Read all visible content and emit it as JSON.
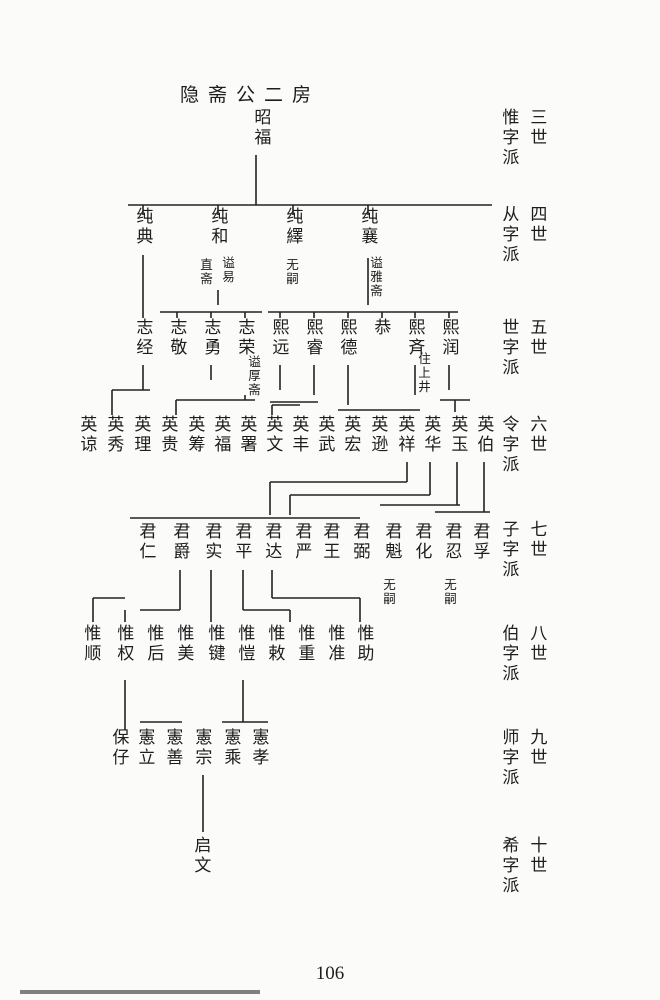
{
  "title": "隐斋公二房",
  "page_number": "106",
  "generations": [
    {
      "gen": "三世",
      "pai": "惟字派"
    },
    {
      "gen": "四世",
      "pai": "从字派"
    },
    {
      "gen": "五世",
      "pai": "世字派"
    },
    {
      "gen": "六世",
      "pai": "令字派"
    },
    {
      "gen": "七世",
      "pai": "子字派"
    },
    {
      "gen": "八世",
      "pai": "伯字派"
    },
    {
      "gen": "九世",
      "pai": "师字派"
    },
    {
      "gen": "十世",
      "pai": "希字派"
    }
  ],
  "gen3": [
    "昭福"
  ],
  "gen4": [
    "纯典",
    "纯和",
    "纯繹",
    "纯襄"
  ],
  "gen4_notes": [
    "直斋",
    "谥易",
    "无嗣",
    "谥雅斋"
  ],
  "gen5": [
    "志经",
    "志敬",
    "志勇",
    "志荣",
    "熙远",
    "熙睿",
    "熙德",
    "恭",
    "熙斉",
    "熙润"
  ],
  "gen5_notes": [
    "谥厚斋",
    "住上井"
  ],
  "gen6": [
    "英谅",
    "英秀",
    "英理",
    "英贵",
    "英筹",
    "英福",
    "英署",
    "英文",
    "英丰",
    "英武",
    "英宏",
    "英逊",
    "英祥",
    "英华",
    "英玉",
    "英伯"
  ],
  "gen7": [
    "君仁",
    "君爵",
    "君实",
    "君平",
    "君达",
    "君严",
    "君王",
    "君弼",
    "君魁",
    "君化",
    "君忍",
    "君孚"
  ],
  "gen7_notes": [
    "无嗣",
    "无嗣"
  ],
  "gen8": [
    "惟顺",
    "惟权",
    "惟后",
    "惟美",
    "惟键",
    "惟愷",
    "惟敕",
    "惟重",
    "惟准",
    "惟助"
  ],
  "gen9": [
    "保仔",
    "憲立",
    "憲善",
    "憲宗",
    "憲乘",
    "憲孝"
  ],
  "gen10": [
    "启文"
  ]
}
